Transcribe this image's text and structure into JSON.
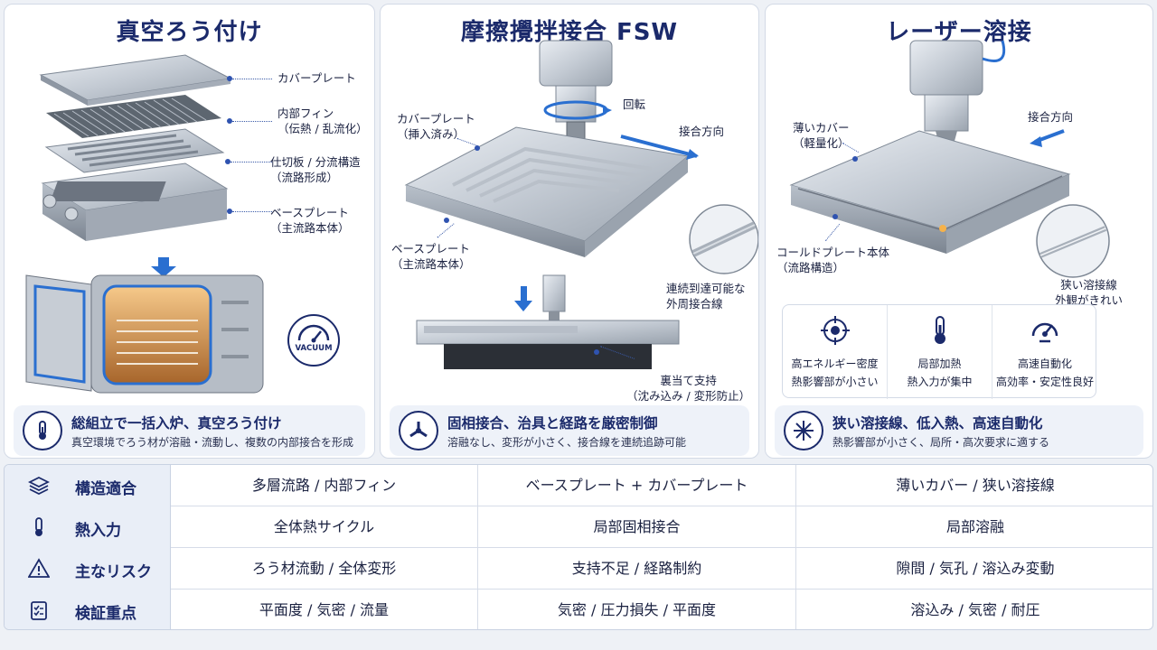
{
  "panels": [
    {
      "title": "真空ろう付け",
      "callouts": [
        {
          "l1": "カバープレート",
          "l2": ""
        },
        {
          "l1": "内部フィン",
          "l2": "（伝熱 / 乱流化）"
        },
        {
          "l1": "仕切板 / 分流構造",
          "l2": "（流路形成）"
        },
        {
          "l1": "ベースプレート",
          "l2": "（主流路本体）"
        }
      ],
      "badge": "VACUUM",
      "summary_title": "総組立で一括入炉、真空ろう付け",
      "summary_sub": "真空環境でろう材が溶融・流動し、複数の内部接合を形成"
    },
    {
      "title": "摩擦攪拌接合 FSW",
      "callouts": [
        {
          "l1": "カバープレート",
          "l2": "（挿入済み）"
        },
        {
          "l1": "回転",
          "l2": ""
        },
        {
          "l1": "接合方向",
          "l2": ""
        },
        {
          "l1": "ベースプレート",
          "l2": "（主流路本体）"
        },
        {
          "l1": "連続到達可能な",
          "l2": "外周接合線"
        },
        {
          "l1": "裏当て支持",
          "l2": "（沈み込み / 変形防止）"
        }
      ],
      "summary_title": "固相接合、治具と経路を厳密制御",
      "summary_sub": "溶融なし、変形が小さく、接合線を連続追跡可能"
    },
    {
      "title": "レーザー溶接",
      "callouts": [
        {
          "l1": "薄いカバー",
          "l2": "（軽量化）"
        },
        {
          "l1": "接合方向",
          "l2": ""
        },
        {
          "l1": "コールドプレート本体",
          "l2": "（流路構造）"
        },
        {
          "l1": "狭い溶接線",
          "l2": "外観がきれい"
        }
      ],
      "features": [
        {
          "icon": "target-icon",
          "l1": "高エネルギー密度",
          "l2": "熱影響部が小さい"
        },
        {
          "icon": "thermometer-icon",
          "l1": "局部加熱",
          "l2": "熱入力が集中"
        },
        {
          "icon": "gauge-icon",
          "l1": "高速自動化",
          "l2": "高効率・安定性良好"
        }
      ],
      "summary_title": "狭い溶接線、低入熱、高速自動化",
      "summary_sub": "熱影響部が小さく、局所・高次要求に適する"
    }
  ],
  "table": {
    "rows": [
      {
        "icon": "layers-icon",
        "label": "構造適合",
        "cells": [
          "多層流路 / 内部フィン",
          "ベースプレート + カバープレート",
          "薄いカバー / 狭い溶接線"
        ]
      },
      {
        "icon": "thermometer-icon",
        "label": "熱入力",
        "cells": [
          "全体熱サイクル",
          "局部固相接合",
          "局部溶融"
        ]
      },
      {
        "icon": "warning-icon",
        "label": "主なリスク",
        "cells": [
          "ろう材流動 / 全体変形",
          "支持不足 / 経路制約",
          "隙間 / 気孔 / 溶込み変動"
        ]
      },
      {
        "icon": "checklist-icon",
        "label": "検証重点",
        "cells": [
          "平面度 / 気密 / 流量",
          "気密 / 圧力損失 / 平面度",
          "溶込み / 気密 / 耐圧"
        ]
      }
    ]
  },
  "colors": {
    "title": "#1b2a6b",
    "accent": "#2f53b0",
    "arrow": "#2a6fd0"
  }
}
